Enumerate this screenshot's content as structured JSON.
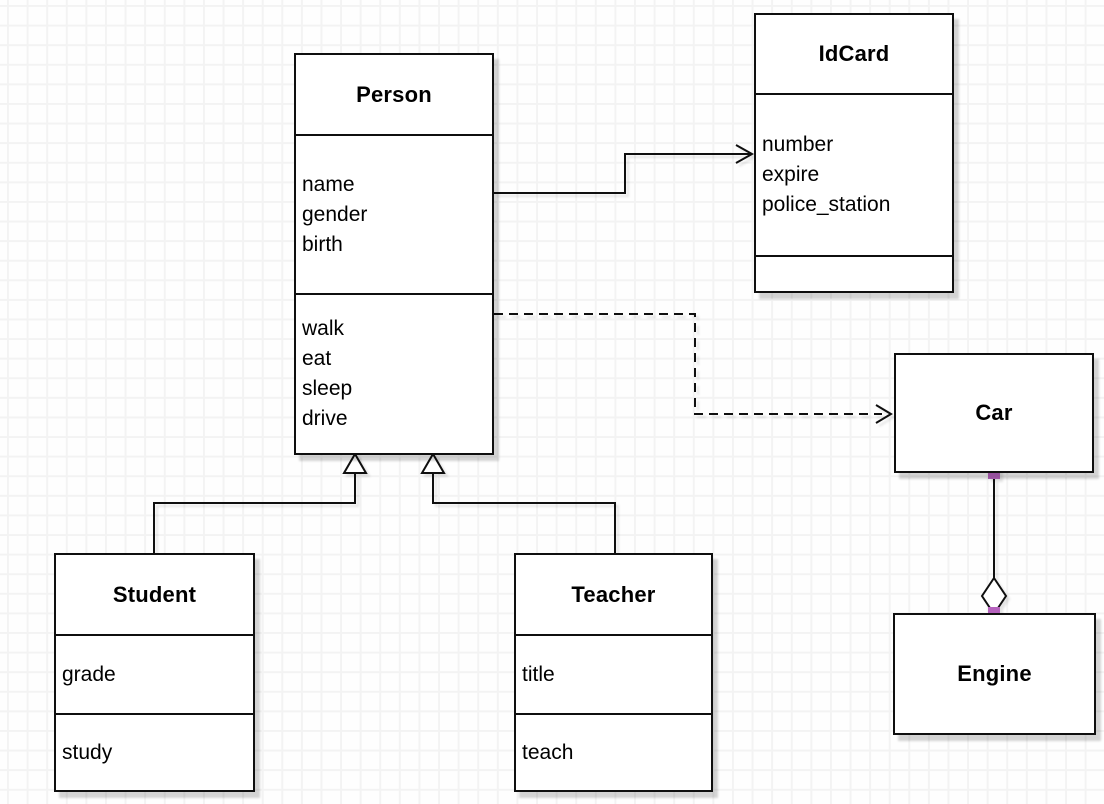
{
  "diagram": {
    "type": "uml-class-diagram",
    "classes": {
      "person": {
        "name": "Person",
        "attributes": [
          "name",
          "gender",
          "birth"
        ],
        "methods": [
          "walk",
          "eat",
          "sleep",
          "drive"
        ]
      },
      "idcard": {
        "name": "IdCard",
        "attributes": [
          "number",
          "expire",
          "police_station"
        ],
        "methods": []
      },
      "car": {
        "name": "Car",
        "attributes": [],
        "methods": []
      },
      "engine": {
        "name": "Engine",
        "attributes": [],
        "methods": []
      },
      "student": {
        "name": "Student",
        "attributes": [
          "grade"
        ],
        "methods": [
          "study"
        ]
      },
      "teacher": {
        "name": "Teacher",
        "attributes": [
          "title"
        ],
        "methods": [
          "teach"
        ]
      }
    },
    "relationships": [
      {
        "from": "Person",
        "to": "IdCard",
        "type": "association",
        "line": "solid",
        "arrow": "open-arrowhead"
      },
      {
        "from": "Person",
        "to": "Car",
        "type": "dependency",
        "line": "dashed",
        "arrow": "open-arrowhead"
      },
      {
        "from": "Student",
        "to": "Person",
        "type": "generalization",
        "line": "solid",
        "arrow": "hollow-triangle"
      },
      {
        "from": "Teacher",
        "to": "Person",
        "type": "generalization",
        "line": "solid",
        "arrow": "hollow-triangle"
      },
      {
        "from": "Car",
        "to": "Engine",
        "type": "aggregation",
        "line": "solid",
        "arrow": "hollow-diamond",
        "selected": true
      }
    ],
    "colors": {
      "stroke": "#0f0f0f",
      "box_fill": "#ffffff",
      "grid_line": "#f3f3f3",
      "selection_handle": "#b562bd",
      "shadow": "#c9c9c9"
    }
  }
}
